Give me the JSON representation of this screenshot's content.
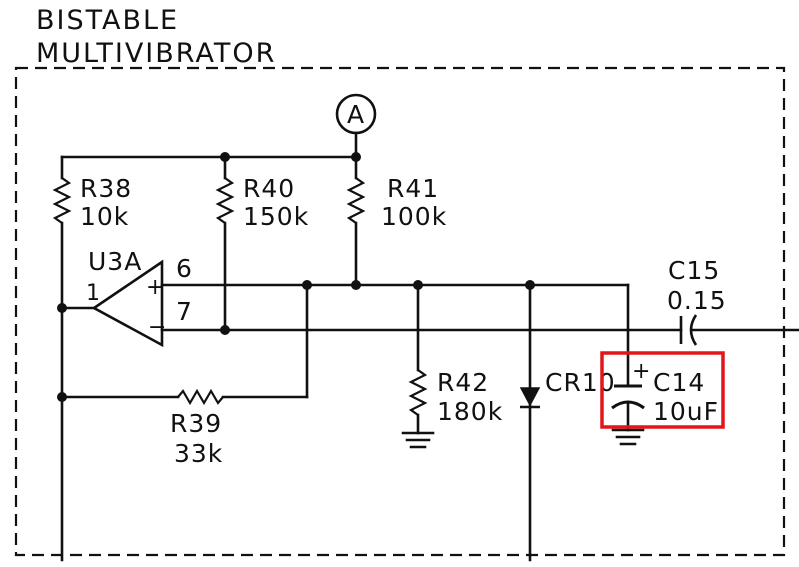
{
  "title": {
    "line1": "BISTABLE",
    "line2": "MULTIVIBRATOR"
  },
  "test_point": {
    "label": "A"
  },
  "components": {
    "r38": {
      "ref": "R38",
      "value": "10k"
    },
    "r40": {
      "ref": "R40",
      "value": "150k"
    },
    "r41": {
      "ref": "R41",
      "value": "100k"
    },
    "r39": {
      "ref": "R39",
      "value": "33k"
    },
    "r42": {
      "ref": "R42",
      "value": "180k"
    },
    "cr10": {
      "ref": "CR10"
    },
    "c15": {
      "ref": "C15",
      "value": "0.15"
    },
    "c14": {
      "ref": "C14",
      "value": "10uF",
      "polarity": "+"
    },
    "u3a": {
      "ref": "U3A",
      "pin_out": "1",
      "pin_plus": "6",
      "pin_minus": "7",
      "plus_sign": "+",
      "minus_sign": "−"
    }
  },
  "highlight": {
    "target": "C14",
    "color": "#e0161b"
  }
}
